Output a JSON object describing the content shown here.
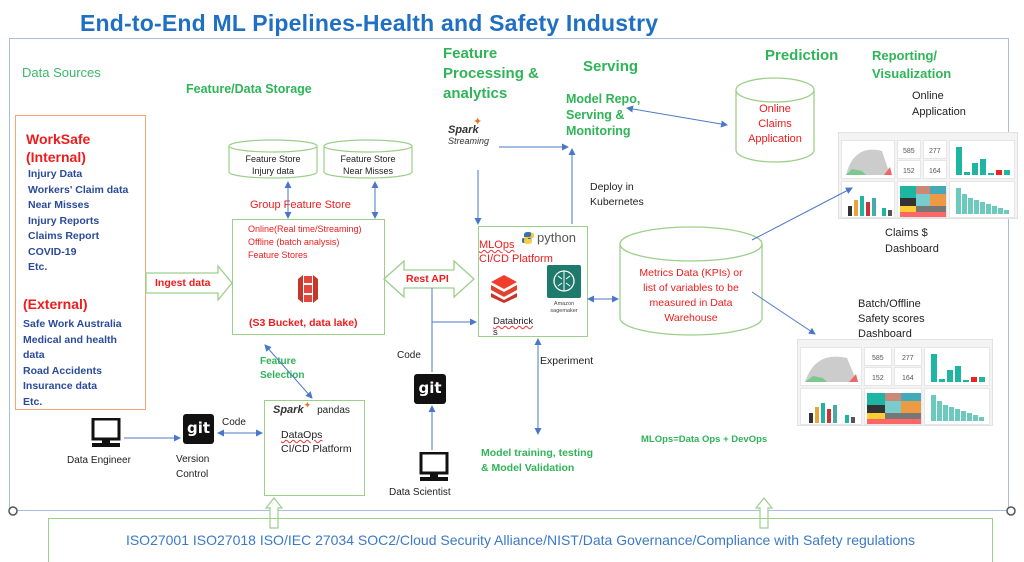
{
  "title": "End-to-End ML Pipelines-Health and Safety Industry",
  "sections": {
    "data_sources": "Data Sources",
    "feature_storage": "Feature/Data Storage",
    "feature_processing": [
      "Feature",
      "Processing &",
      "analytics"
    ],
    "serving": "Serving",
    "prediction": "Prediction",
    "reporting": [
      "Reporting/",
      "Visualization"
    ]
  },
  "sources": {
    "internal_title": [
      "WorkSafe",
      "(Internal)"
    ],
    "internal_items": [
      "Injury Data",
      "Workers' Claim data",
      "Near Misses",
      "Injury Reports",
      "Claims Report",
      "COVID-19",
      "Etc."
    ],
    "external_title": "(External)",
    "external_items": [
      "Safe Work Australia",
      "Medical and health",
      "data",
      "Road Accidents",
      "Insurance data",
      "Etc."
    ]
  },
  "ingest_label": "Ingest data",
  "feature_stores": [
    {
      "line1": "Feature Store",
      "line2": "Injury data"
    },
    {
      "line1": "Feature Store",
      "line2": "Near Misses"
    }
  ],
  "group_feature_store": {
    "title": "Group Feature Store",
    "lines": [
      "Online(Real time/Streaming)",
      "Offline (batch analysis)",
      "Feature Stores"
    ],
    "footer": "(S3 Bucket, data lake)",
    "icon": "s3-bucket-icon"
  },
  "rest_api": "Rest API",
  "spark_streaming": {
    "spark": "Spark",
    "streaming": "Streaming"
  },
  "model_repo": [
    "Model Repo,",
    "Serving &",
    "Monitoring"
  ],
  "deploy": [
    "Deploy in",
    "Kubernetes"
  ],
  "mlops_box": {
    "title": [
      "MLOps",
      "CI/CD Platform"
    ],
    "python": "python",
    "databricks": [
      "Databrick",
      "s"
    ],
    "sagemaker": [
      "Amazon",
      "sagemaker"
    ]
  },
  "online_claims": [
    "Online",
    "Claims",
    "Application"
  ],
  "metrics_dw": [
    "Metrics Data (KPIs) or",
    "list of variables to be",
    "measured  in Data",
    "Warehouse"
  ],
  "dashboards": {
    "online_app": [
      "Online",
      "Application"
    ],
    "claims": [
      "Claims $",
      "Dashboard"
    ],
    "batch": [
      "Batch/Offline",
      "Safety scores",
      "Dashboard"
    ],
    "kpis": [
      "585",
      "277",
      "152",
      "164"
    ]
  },
  "feature_selection": [
    "Feature",
    "Selection"
  ],
  "dataops": {
    "spark": "Spark",
    "pandas": "pandas",
    "lines": [
      "DataOps",
      "CI/CD Platform"
    ]
  },
  "data_engineer": "Data Engineer",
  "version_control": [
    "Version",
    "Control"
  ],
  "code_label_left": "Code",
  "code_label_mid": "Code",
  "git": "git",
  "data_scientist": "Data Scientist",
  "experiment": "Experiment",
  "model_training": [
    "Model training, testing",
    "& Model Validation"
  ],
  "mlops_formula": "MLOps=Data Ops + DevOps",
  "compliance": "ISO27001 ISO27018 ISO/IEC 27034 SOC2/Cloud Security Alliance/NIST/Data Governance/Compliance with Safety regulations",
  "colors": {
    "title": "#1f6fc2",
    "heading_green": "#2fb457",
    "red": "#ee1c1c",
    "navy": "#2a4a9a",
    "arrow": "#4a78c8",
    "box_green": "#9ccf8a",
    "box_orange": "#f4a574"
  }
}
